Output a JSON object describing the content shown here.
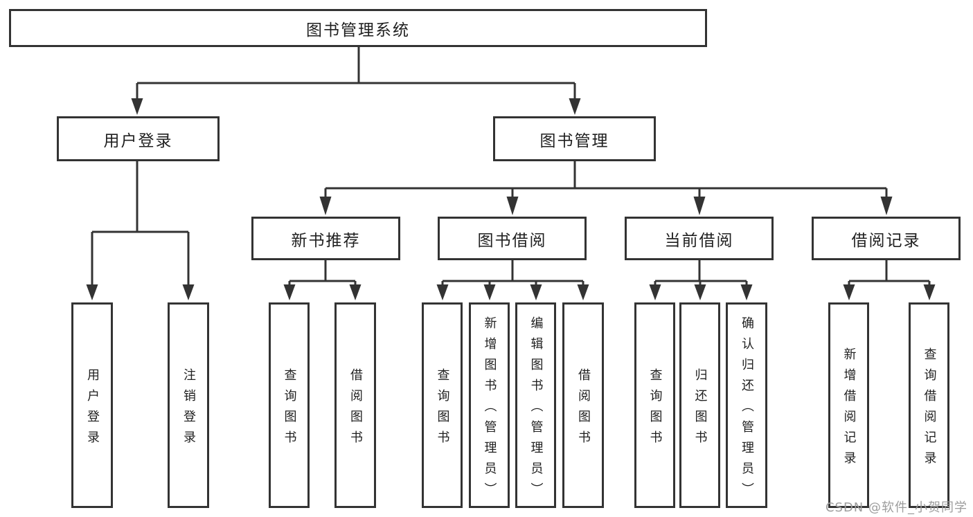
{
  "tree": {
    "label": "图书管理系统",
    "children": [
      {
        "label": "用户登录",
        "children": [
          {
            "label": "用户登录"
          },
          {
            "label": "注销登录"
          }
        ]
      },
      {
        "label": "图书管理",
        "children": [
          {
            "label": "新书推荐",
            "children": [
              {
                "label": "查询图书"
              },
              {
                "label": "借阅图书"
              }
            ]
          },
          {
            "label": "图书借阅",
            "children": [
              {
                "label": "查询图书"
              },
              {
                "label": "新增图书（管理员）"
              },
              {
                "label": "编辑图书（管理员）"
              },
              {
                "label": "借阅图书"
              }
            ]
          },
          {
            "label": "当前借阅",
            "children": [
              {
                "label": "查询图书"
              },
              {
                "label": "归还图书"
              },
              {
                "label": "确认归还（管理员）"
              }
            ]
          },
          {
            "label": "借阅记录",
            "children": [
              {
                "label": "新增借阅记录"
              },
              {
                "label": "查询借阅记录"
              }
            ]
          }
        ]
      }
    ]
  },
  "watermark": {
    "text": "CSDN @软件_小贺同学"
  },
  "colors": {
    "line_color": "#333333",
    "border_color": "#333333",
    "text_color": "#1f1f1f",
    "watermark_color": "#9d9d9d",
    "bg": "#ffffff"
  }
}
